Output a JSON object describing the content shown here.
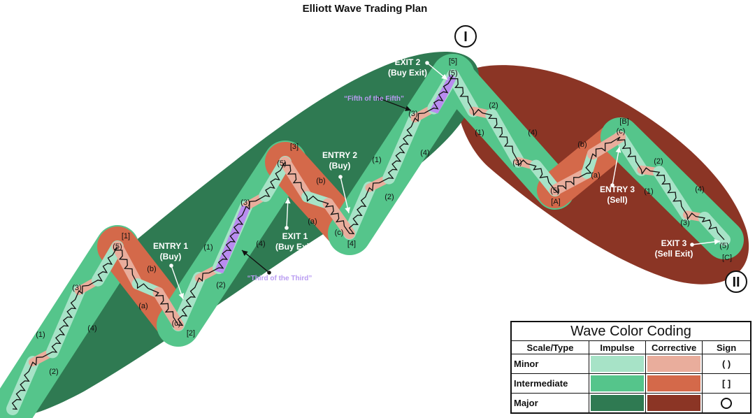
{
  "title": "Elliott Wave Trading Plan",
  "colors": {
    "minor_impulse": "#a7e3c7",
    "minor_corrective": "#e9ad9c",
    "intermediate_impulse": "#55c58b",
    "intermediate_corrective": "#d4694a",
    "major_impulse": "#2f7a52",
    "major_corrective": "#8b3525",
    "highlight": "#b98cf0"
  },
  "major_labels": [
    "I",
    "II"
  ],
  "intermediate_labels": [
    "[1]",
    "[2]",
    "[3]",
    "[4]",
    "[5]",
    "[A]",
    "[B]",
    "[C]"
  ],
  "minor_labels": [
    "(1)",
    "(2)",
    "(3)",
    "(4)",
    "(5)",
    "(a)",
    "(b)",
    "(c)"
  ],
  "annotations": {
    "entry1": [
      "ENTRY 1",
      "(Buy)"
    ],
    "entry2": [
      "ENTRY 2",
      "(Buy)"
    ],
    "entry3": [
      "ENTRY 3",
      "(Sell)"
    ],
    "exit1": [
      "EXIT 1",
      "(Buy Exit)"
    ],
    "exit2": [
      "EXIT 2",
      "(Buy Exit)"
    ],
    "exit3": [
      "EXIT 3",
      "(Sell Exit)"
    ],
    "third_of_third": "“Third of the Third”",
    "fifth_of_fifth": "“Fifth of the Fifth”"
  },
  "legend": {
    "title": "Wave Color Coding",
    "headers": [
      "Scale/Type",
      "Impulse",
      "Corrective",
      "Sign"
    ],
    "rows": [
      {
        "label": "Minor",
        "sign": "( )"
      },
      {
        "label": "Intermediate",
        "sign": "[ ]"
      },
      {
        "label": "Major",
        "sign": "circle"
      }
    ]
  }
}
